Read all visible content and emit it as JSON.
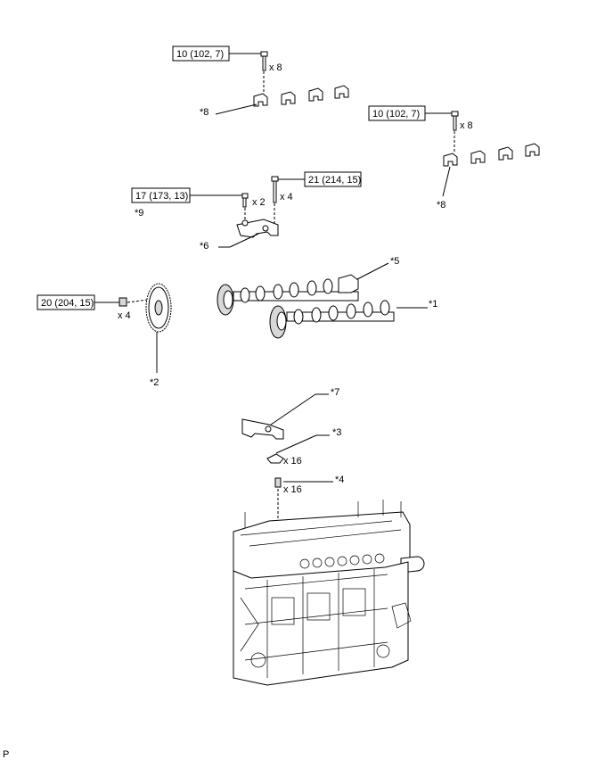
{
  "torque_boxes": [
    {
      "id": "tq1",
      "text": "10 (102, 7)"
    },
    {
      "id": "tq2",
      "text": "10 (102, 7)"
    },
    {
      "id": "tq3",
      "text": "21 (214, 15)"
    },
    {
      "id": "tq4",
      "text": "17 (173, 13)"
    },
    {
      "id": "tq5",
      "text": "20 (204, 15)"
    }
  ],
  "quantities": {
    "q_cap_left": "x 8",
    "q_cap_right": "x 8",
    "q_bolt_21": "x 4",
    "q_bolt_17": "x 2",
    "q_sprocket": "x 4",
    "q_rocker": "x 16",
    "q_adjuster": "x 16"
  },
  "callouts": {
    "c1": "*1",
    "c2": "*2",
    "c3": "*3",
    "c4": "*4",
    "c5": "*5",
    "c6": "*6",
    "c7": "*7",
    "c8_left": "*8",
    "c8_right": "*8",
    "c9": "*9"
  },
  "corner_mark": "P"
}
